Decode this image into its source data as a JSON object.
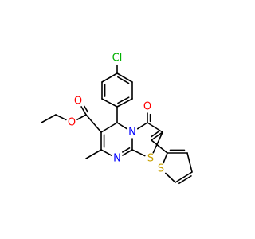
{
  "molecule": {
    "atoms": [
      {
        "id": "cl",
        "label": "Cl",
        "color": "#00b000"
      },
      {
        "id": "o_ester_carbonyl",
        "label": "O",
        "color": "#ff0000"
      },
      {
        "id": "o_ester_ether",
        "label": "O",
        "color": "#ff0000"
      },
      {
        "id": "o_ketone",
        "label": "O",
        "color": "#ff0000"
      },
      {
        "id": "n_ring",
        "label": "N",
        "color": "#0000ff"
      },
      {
        "id": "n_imine",
        "label": "N",
        "color": "#0000ff"
      },
      {
        "id": "s_thiazole",
        "label": "S",
        "color": "#c8a000"
      },
      {
        "id": "s_thiophene",
        "label": "S",
        "color": "#c8a000"
      }
    ],
    "colors": {
      "bond": "#000000",
      "background": "#ffffff"
    }
  }
}
